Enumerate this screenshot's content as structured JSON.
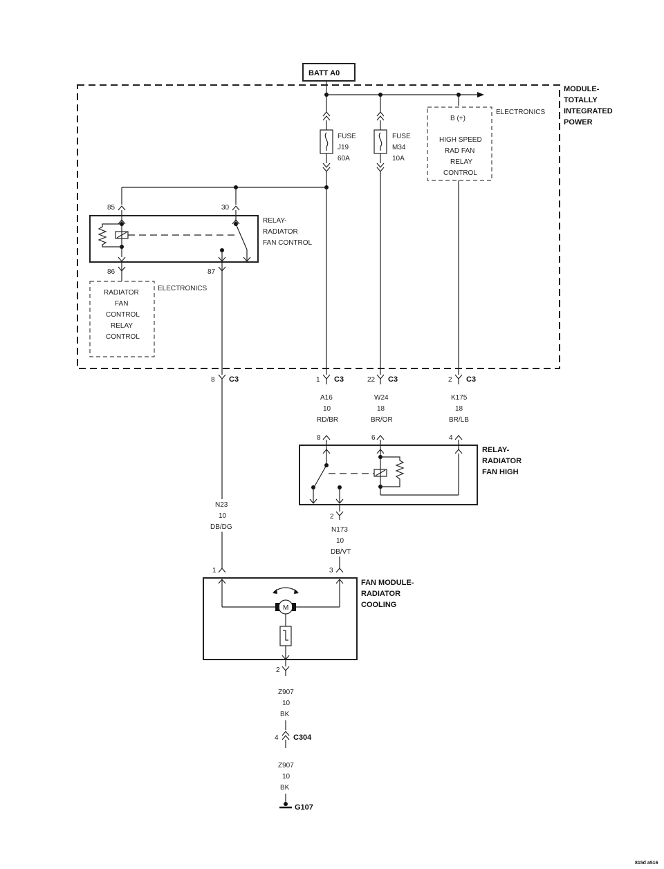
{
  "batt": "BATT A0",
  "module": {
    "l1": "MODULE-",
    "l2": "TOTALLY",
    "l3": "INTEGRATED",
    "l4": "POWER"
  },
  "electronics_label": "ELECTRONICS",
  "fuse_j19": {
    "l1": "FUSE",
    "l2": "J19",
    "l3": "60A"
  },
  "fuse_m34": {
    "l1": "FUSE",
    "l2": "M34",
    "l3": "10A"
  },
  "hs_ctrl": {
    "pin": "B (+)",
    "l1": "HIGH SPEED",
    "l2": "RAD FAN",
    "l3": "RELAY",
    "l4": "CONTROL"
  },
  "relay_fc": {
    "l1": "RELAY-",
    "l2": "RADIATOR",
    "l3": "FAN CONTROL",
    "p85": "85",
    "p30": "30",
    "p86": "86",
    "p87": "87"
  },
  "rad_ctrl": {
    "l1": "RADIATOR",
    "l2": "FAN",
    "l3": "CONTROL",
    "l4": "RELAY",
    "l5": "CONTROL"
  },
  "c3": {
    "name": "C3",
    "p8": "8",
    "p1": "1",
    "p22": "22",
    "p2": "2"
  },
  "wire_a16": {
    "id": "A16",
    "g": "10",
    "c": "RD/BR"
  },
  "wire_w24": {
    "id": "W24",
    "g": "18",
    "c": "BR/OR"
  },
  "wire_k175": {
    "id": "K175",
    "g": "18",
    "c": "BR/LB"
  },
  "relay_fh": {
    "l1": "RELAY-",
    "l2": "RADIATOR",
    "l3": "FAN HIGH",
    "p8": "8",
    "p6": "6",
    "p4": "4",
    "p2": "2"
  },
  "wire_n23": {
    "id": "N23",
    "g": "10",
    "c": "DB/DG"
  },
  "wire_n173": {
    "id": "N173",
    "g": "10",
    "c": "DB/VT"
  },
  "fan": {
    "l1": "FAN MODULE-",
    "l2": "RADIATOR",
    "l3": "COOLING",
    "p1": "1",
    "p3": "3",
    "p2": "2",
    "motor": "M"
  },
  "wire_z907a": {
    "id": "Z907",
    "g": "10",
    "c": "BK"
  },
  "c304": {
    "name": "C304",
    "pin": "4"
  },
  "wire_z907b": {
    "id": "Z907",
    "g": "10",
    "c": "BK"
  },
  "ground": "G107",
  "footer_code": "815d a516"
}
